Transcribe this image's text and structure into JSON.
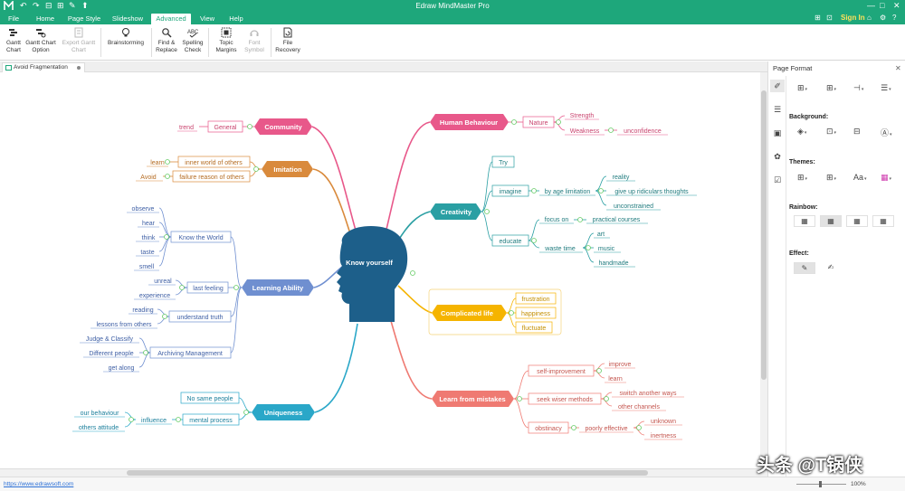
{
  "app": {
    "title": "Edraw MindMaster Pro",
    "quick_access": [
      "↶",
      "↷",
      "⊟",
      "⊞",
      "✎",
      "⬆"
    ],
    "window_controls": [
      "—",
      "□",
      "✕"
    ]
  },
  "menu": {
    "tabs": [
      "File",
      "Home",
      "Page Style",
      "Slideshow",
      "Advanced",
      "View",
      "Help"
    ],
    "active_tab": "Advanced",
    "sign_in": "Sign In",
    "right_icons": [
      "⊞",
      "⊡",
      "⌂",
      "⚙",
      "?"
    ]
  },
  "ribbon": {
    "buttons": [
      {
        "id": "gantt-chart",
        "line1": "Gantt",
        "line2": "Chart",
        "enabled": true
      },
      {
        "id": "gantt-chart-option",
        "line1": "Gantt Chart",
        "line2": "Option",
        "enabled": true
      },
      {
        "id": "export-gantt-chart",
        "line1": "Export Gantt",
        "line2": "Chart",
        "enabled": false
      },
      {
        "id": "brainstorming",
        "line1": "Brainstorming",
        "line2": "",
        "enabled": true
      },
      {
        "id": "find-replace",
        "line1": "Find &",
        "line2": "Replace",
        "enabled": true
      },
      {
        "id": "spelling-check",
        "line1": "Spelling",
        "line2": "Check",
        "enabled": true
      },
      {
        "id": "topic-margins",
        "line1": "Topic",
        "line2": "Margins",
        "enabled": true
      },
      {
        "id": "font-symbol",
        "line1": "Font",
        "line2": "Symbol",
        "enabled": false
      },
      {
        "id": "file-recovery",
        "line1": "File",
        "line2": "Recovery",
        "enabled": true
      }
    ]
  },
  "document_tab": {
    "label": "Avoid Fragmentation"
  },
  "mindmap": {
    "central": "Know yourself",
    "left_branches": [
      {
        "id": "community",
        "label": "Community",
        "color": "#e8588a",
        "subs": [
          {
            "label": "General",
            "leaves": [
              "trend"
            ]
          }
        ]
      },
      {
        "id": "imitation",
        "label": "Imitation",
        "color": "#d98a3c",
        "subs": [
          {
            "label": "inner world of others",
            "leaves": [
              "learn"
            ]
          },
          {
            "label": "failure reason of others",
            "leaves": [
              "Avoid"
            ]
          }
        ]
      },
      {
        "id": "learning-ability",
        "label": "Learning Ability",
        "color": "#6f8fd0",
        "subs": [
          {
            "label": "Know the World",
            "leaves": [
              "observe",
              "hear",
              "think",
              "taste",
              "smell"
            ]
          },
          {
            "label": "last feeling",
            "leaves": [
              "unreal",
              "experience"
            ]
          },
          {
            "label": "understand truth",
            "leaves": [
              "reading",
              "lessons from others"
            ]
          },
          {
            "label": "Archiving Management",
            "leaves": [
              "Judge & Classify",
              "Different people",
              "get along"
            ]
          }
        ]
      },
      {
        "id": "uniqueness",
        "label": "Uniqueness",
        "color": "#2aa7c8",
        "subs": [
          {
            "label": "No same people",
            "leaves": []
          },
          {
            "label": "mental process",
            "leaves": []
          }
        ],
        "extra": {
          "label": "influence",
          "leaves": [
            "our behaviour",
            "others attitude"
          ]
        }
      }
    ],
    "right_branches": [
      {
        "id": "human-behaviour",
        "label": "Human Behaviour",
        "color": "#e8588a",
        "subs": [
          {
            "label": "Nature",
            "leaves": [
              "Strength",
              "Weakness"
            ]
          }
        ],
        "extra": {
          "label": "unconfidence"
        }
      },
      {
        "id": "creativity",
        "label": "Creativity",
        "color": "#2a9fa3",
        "subs": [
          {
            "label": "Try",
            "leaves": []
          },
          {
            "label": "imagine",
            "mid": "by age limitation",
            "leaves": [
              "reality",
              "give up ridiculars thoughts",
              "unconstrained"
            ]
          },
          {
            "label": "educate",
            "mid": "",
            "leaves": []
          }
        ],
        "educate": {
          "focus_on": "focus on",
          "practical": "practical courses",
          "waste_time": "waste time",
          "waste_leaves": [
            "art",
            "music",
            "handmade"
          ]
        }
      },
      {
        "id": "complicated-life",
        "label": "Complicated life",
        "color": "#f5b400",
        "subs": [
          {
            "label": "frustration"
          },
          {
            "label": "happiness"
          },
          {
            "label": "fluctuate"
          }
        ]
      },
      {
        "id": "learn-from-mistakes",
        "label": "Learn from mistakes",
        "color": "#ef7a72",
        "subs": [
          {
            "label": "self-improvement",
            "leaves": [
              "improve",
              "learn"
            ]
          },
          {
            "label": "seek wiser methods",
            "leaves": [
              "switch another ways",
              "other channels"
            ]
          },
          {
            "label": "obstinacy",
            "mid": "poorly effective",
            "leaves": [
              "unknown",
              "inertness"
            ]
          }
        ]
      }
    ]
  },
  "panel": {
    "title": "Page Format",
    "sections": {
      "background": "Background:",
      "themes": "Themes:",
      "rainbow": "Rainbow:",
      "effect": "Effect:"
    }
  },
  "status": {
    "url": "https://www.edrawsoft.com",
    "zoom": "100%"
  },
  "watermark": "头条 @T锅侠"
}
